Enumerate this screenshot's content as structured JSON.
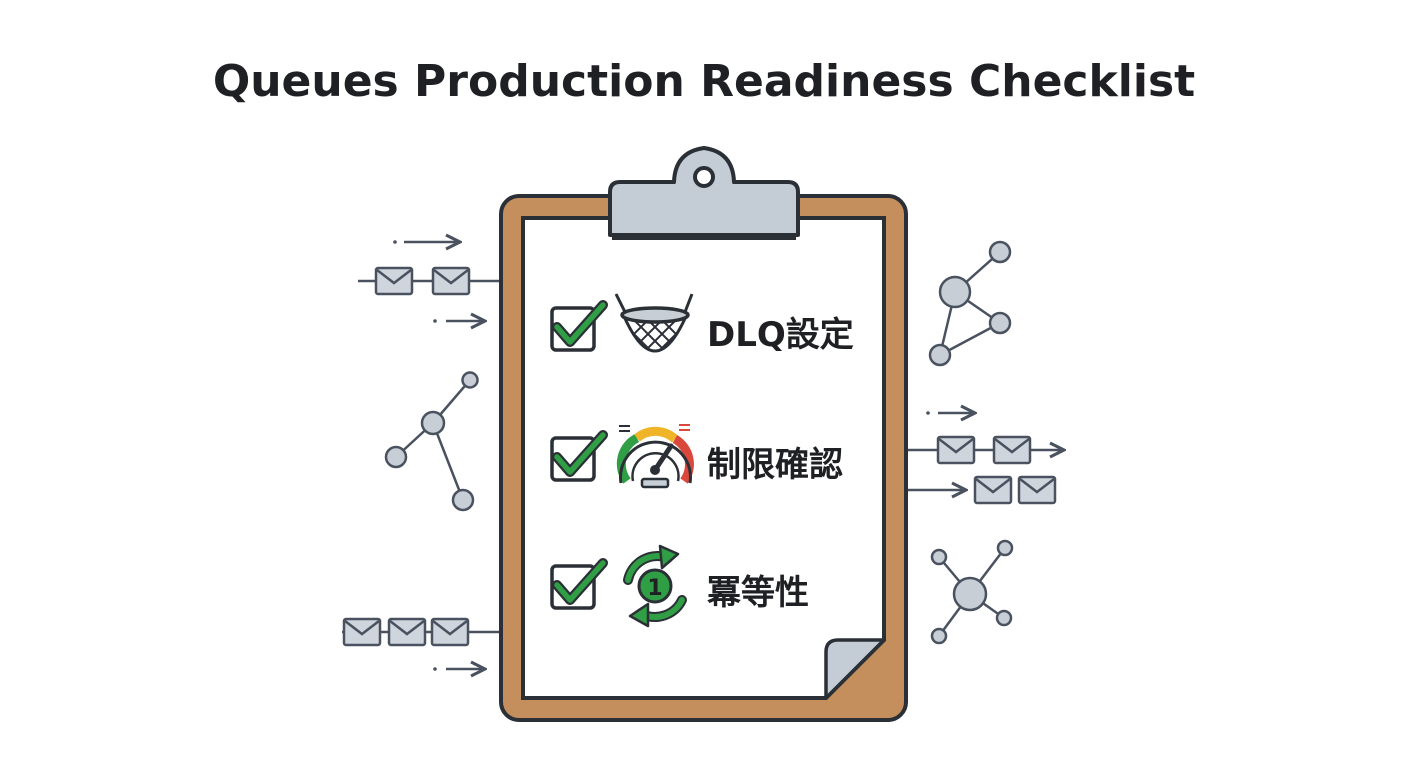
{
  "title": "Queues Production Readiness Checklist",
  "checklist": {
    "items": [
      {
        "label": "DLQ設定",
        "checked": true,
        "icon": "net-icon"
      },
      {
        "label": "制限確認",
        "checked": true,
        "icon": "gauge-icon"
      },
      {
        "label": "冪等性",
        "checked": true,
        "icon": "cycle-one-icon",
        "badge": "1"
      }
    ]
  },
  "colors": {
    "ink": "#2b2f36",
    "check": "#2f9e44",
    "board": "#c48f5d",
    "clip": "#c4cdd6",
    "node": "#c8ced6",
    "envelope": "#cfd5dc"
  }
}
